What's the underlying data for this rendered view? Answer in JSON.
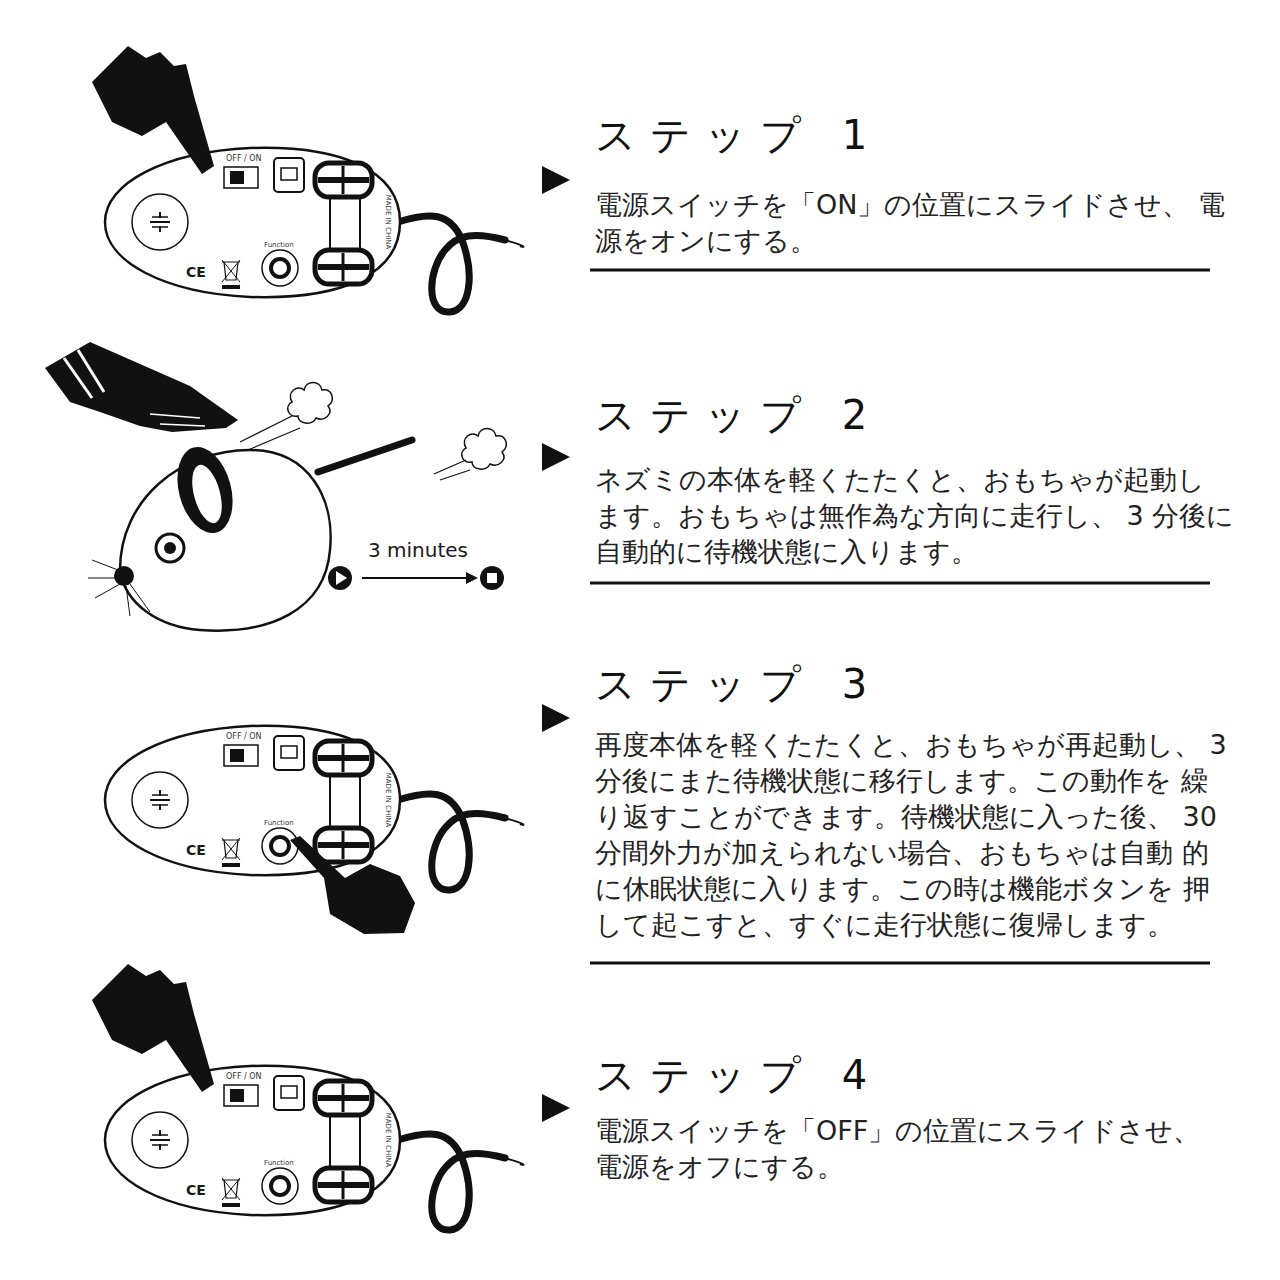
{
  "diagram": {
    "labels": [
      "ステップ 1",
      "電源スイッチを「ON」の位置にスライドさせ、 電源をオンにする。",
      "ステップ 2",
      "ネズミの本体を軽くたたくと、おもちゃが起動し ます。おもちゃは無作為な方向に走行し、 3 分後に自動的に待機状態に入ります。",
      "ステップ 3",
      "再度本体を軽くたたくと、おもちゃが再起動し、 3 分後にまた待機状態に移行します。この動作を 繰り返すことができます。待機状態に入った後、 30 分間外力が加えられない場合、おもちゃは自動 的に休眠状態に入ります。この時は機能ボタンを 押して起こすと、すぐに走行状態に復帰します。",
      "ステップ 4",
      "電源スイッチを「OFF」の位置にスライドさせ、 電源をオフにする。",
      "3 minutes",
      "OFF / ON",
      "MADE IN CHINA",
      "CE",
      "Function",
      "OFF / ON",
      "MADE IN CHINA",
      "CE",
      "Function",
      "OFF / ON",
      "MADE IN CHINA",
      "CE",
      "Function"
    ]
  }
}
